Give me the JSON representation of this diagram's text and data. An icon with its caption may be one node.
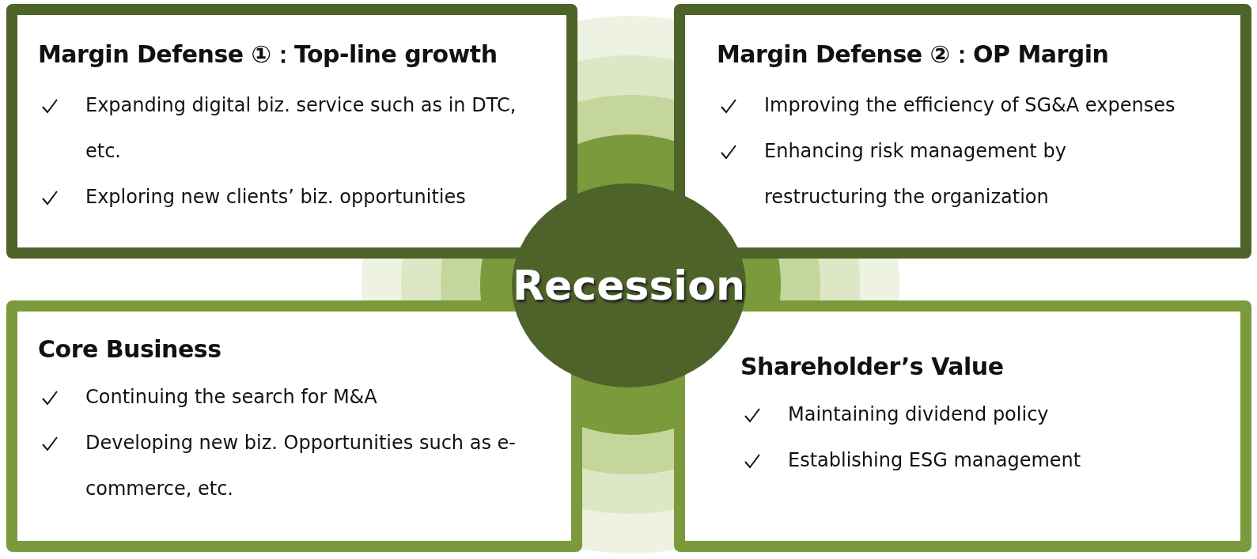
{
  "diagram": {
    "nodes": [
      {
        "text": [
          "Margin Defense ①：Top-line growth",
          "Expanding digital biz. service such as in DTC, etc.",
          "Exploring new clients’ biz. opportunities"
        ]
      },
      {
        "text": [
          "Margin Defense ②：OP Margin",
          "Improving the efficiency of SG&A expenses",
          "Enhancing risk management by restructuring the organization"
        ]
      },
      {
        "text": [
          "Recession"
        ]
      },
      {
        "text": [
          "Core Business",
          "Continuing the search for M&A",
          "Developing new biz. Opportunities such as e-commerce, etc."
        ]
      },
      {
        "text": [
          "Shareholder’s Value",
          "Maintaining dividend policy",
          "Establishing ESG management"
        ]
      }
    ]
  }
}
